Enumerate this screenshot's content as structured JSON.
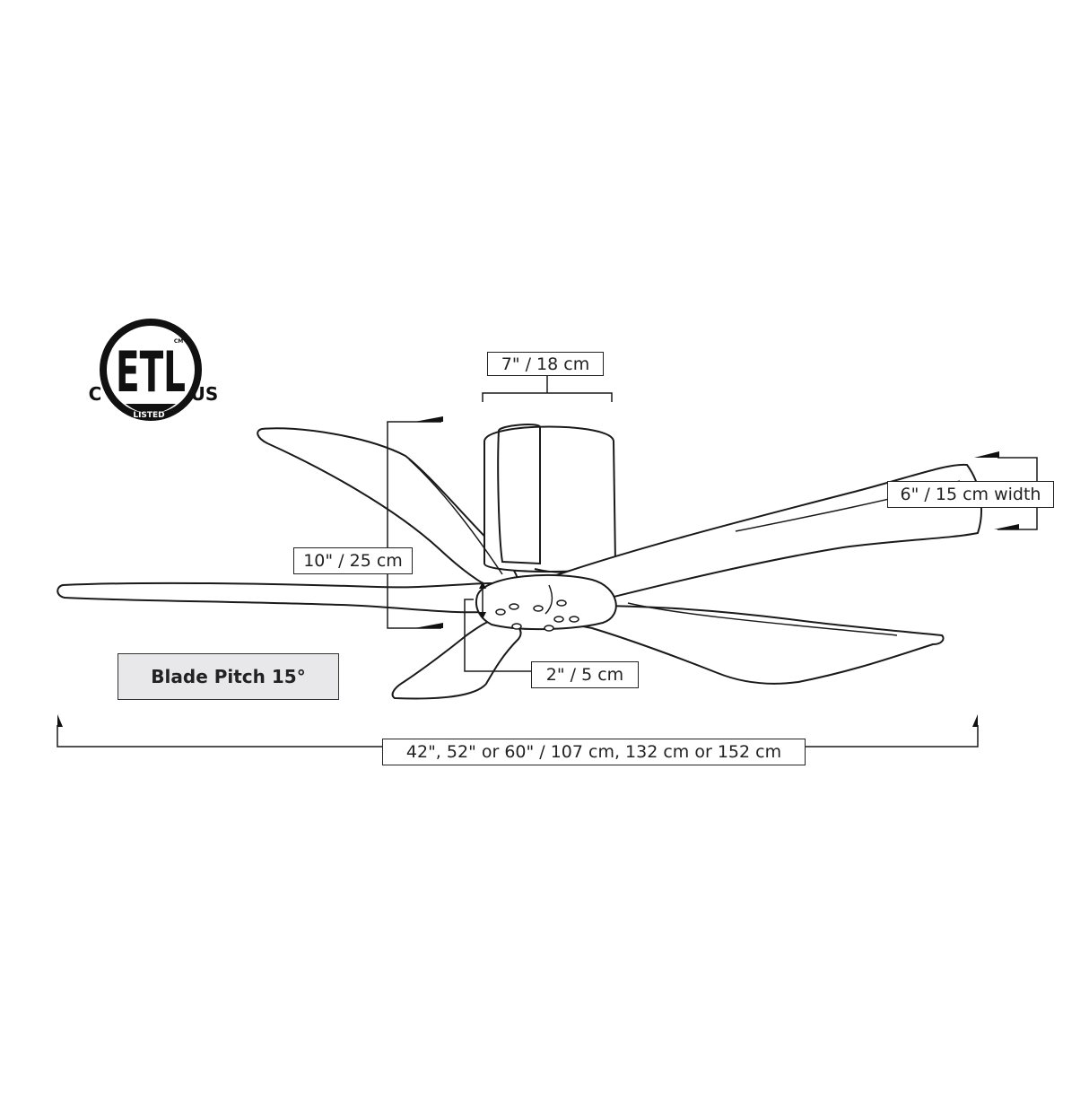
{
  "certification": {
    "mark": "ETL",
    "left": "C",
    "right": "US",
    "small": "CM",
    "listed": "LISTED"
  },
  "dimensions": {
    "motor_width": "7\" / 18 cm",
    "blade_width": "6\" / 15 cm width",
    "height": "10\" / 25 cm",
    "blade_clearance": "2\" / 5 cm",
    "diameter": "42\", 52\" or 60\" / 107 cm, 132  cm or 152 cm"
  },
  "blade_pitch": "Blade Pitch 15°"
}
